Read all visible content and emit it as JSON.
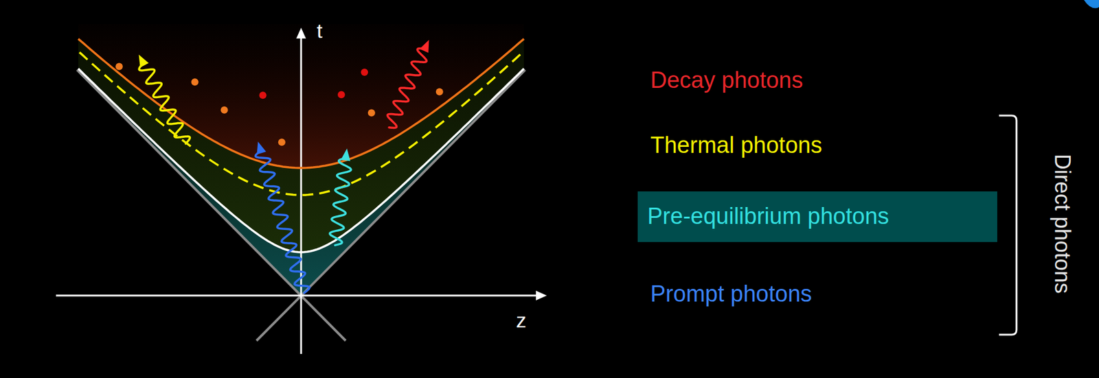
{
  "diagram": {
    "nodes": [
      {
        "text": [
          "Pre-equilibrium photons"
        ]
      }
    ],
    "labels": [
      "t",
      "z",
      "Decay photons",
      "Thermal photons",
      "Prompt photons",
      "Direct photons"
    ]
  }
}
